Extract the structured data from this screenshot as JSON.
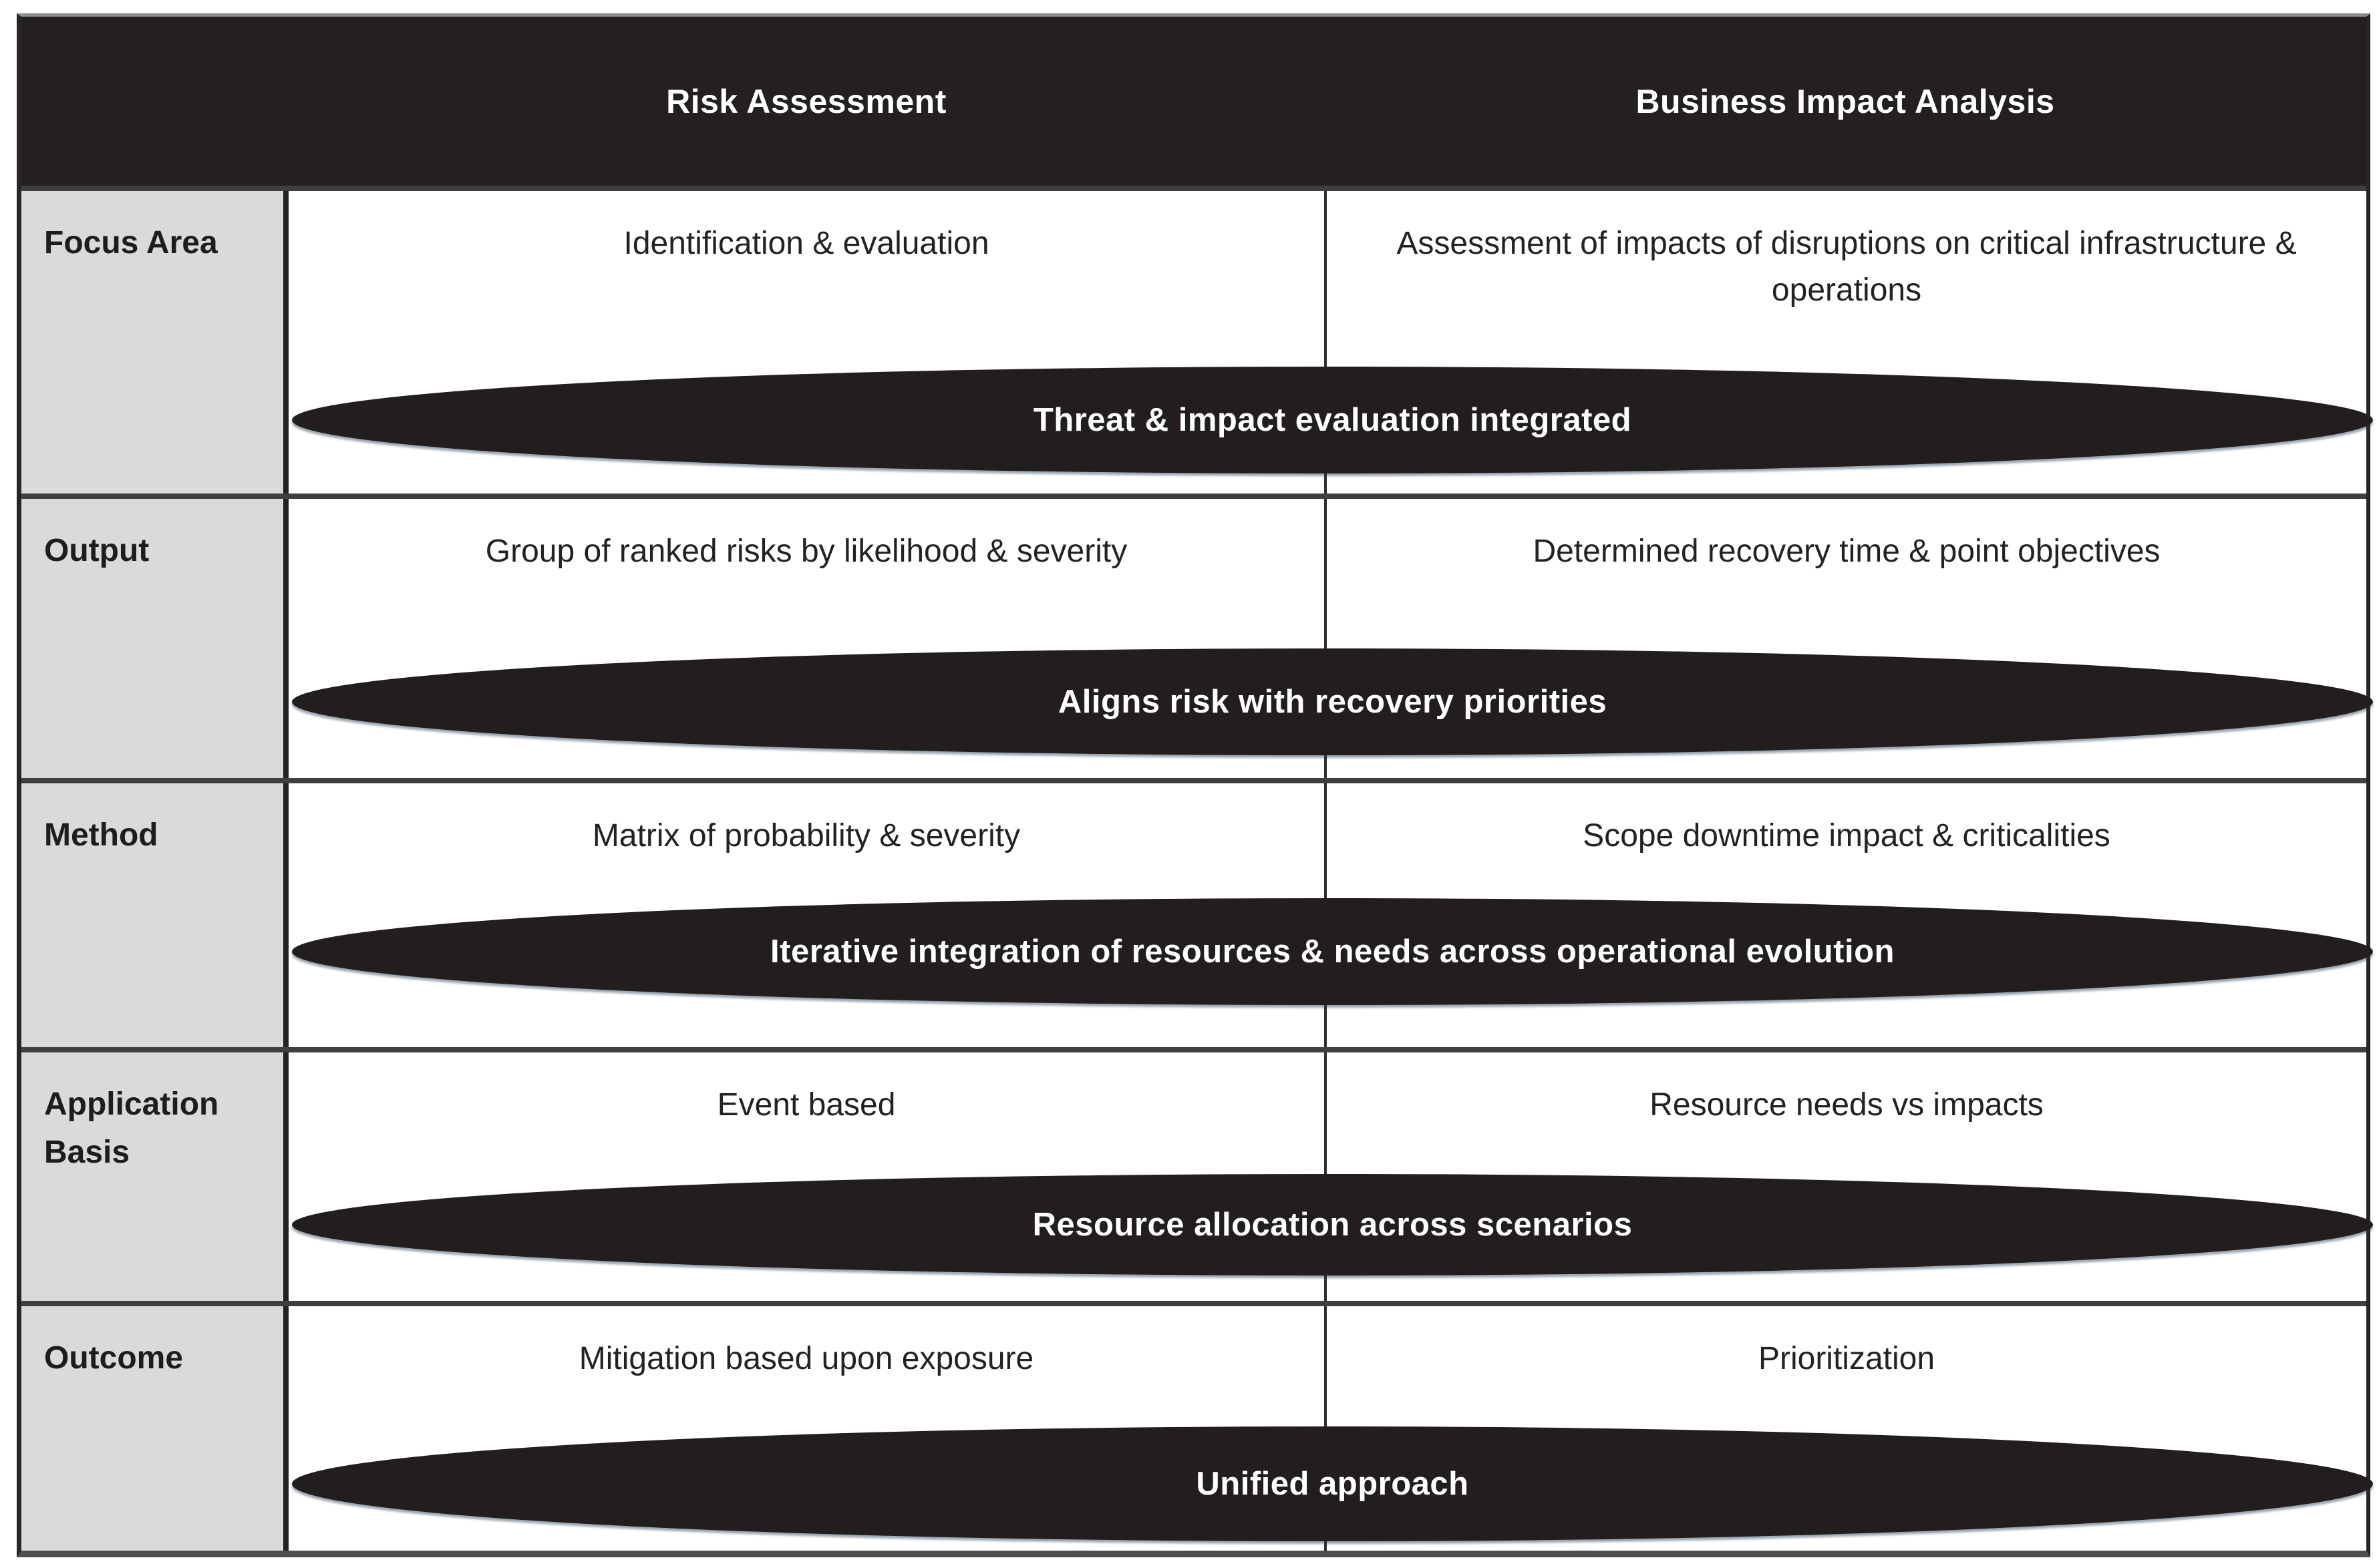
{
  "table": {
    "columns": [
      "Risk Assessment",
      "Business Impact Analysis"
    ],
    "row_header_color": "#242021",
    "label_column_color": "#dadada",
    "ellipse_color": "#221e1f",
    "rows": [
      {
        "label": "Focus Area",
        "risk": "Identification & evaluation",
        "bia": "Assessment of impacts of disruptions on critical infrastructure & operations",
        "integration": "Threat & impact evaluation integrated"
      },
      {
        "label": "Output",
        "risk": "Group of ranked risks by likelihood & severity",
        "bia": "Determined recovery time & point objectives",
        "integration": "Aligns risk with recovery priorities"
      },
      {
        "label": "Method",
        "risk": "Matrix of probability & severity",
        "bia": "Scope downtime impact & criticalities",
        "integration": "Iterative integration of resources & needs across operational evolution"
      },
      {
        "label": "Application Basis",
        "risk": "Event based",
        "bia": "Resource needs vs impacts",
        "integration": "Resource allocation across scenarios"
      },
      {
        "label": "Outcome",
        "risk": "Mitigation based upon exposure",
        "bia": "Prioritization",
        "integration": "Unified approach"
      }
    ]
  }
}
